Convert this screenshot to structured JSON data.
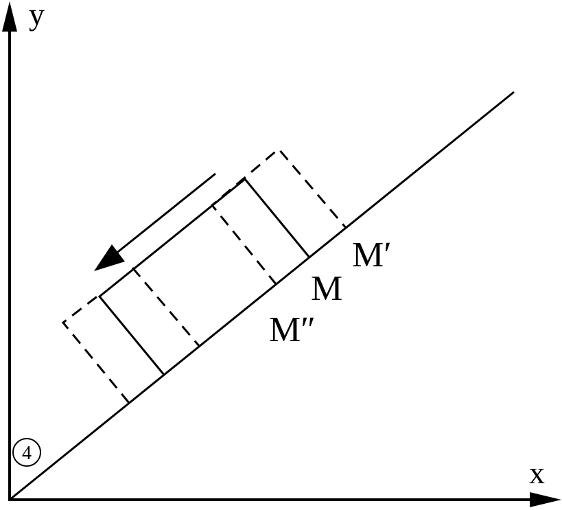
{
  "axes": {
    "y_label": "y",
    "x_label": "x"
  },
  "points": {
    "m_prime": "M′",
    "m": "M",
    "m_double_prime": "M″"
  },
  "figure_number": "4",
  "colors": {
    "stroke": "#000000",
    "background": "#ffffff"
  }
}
